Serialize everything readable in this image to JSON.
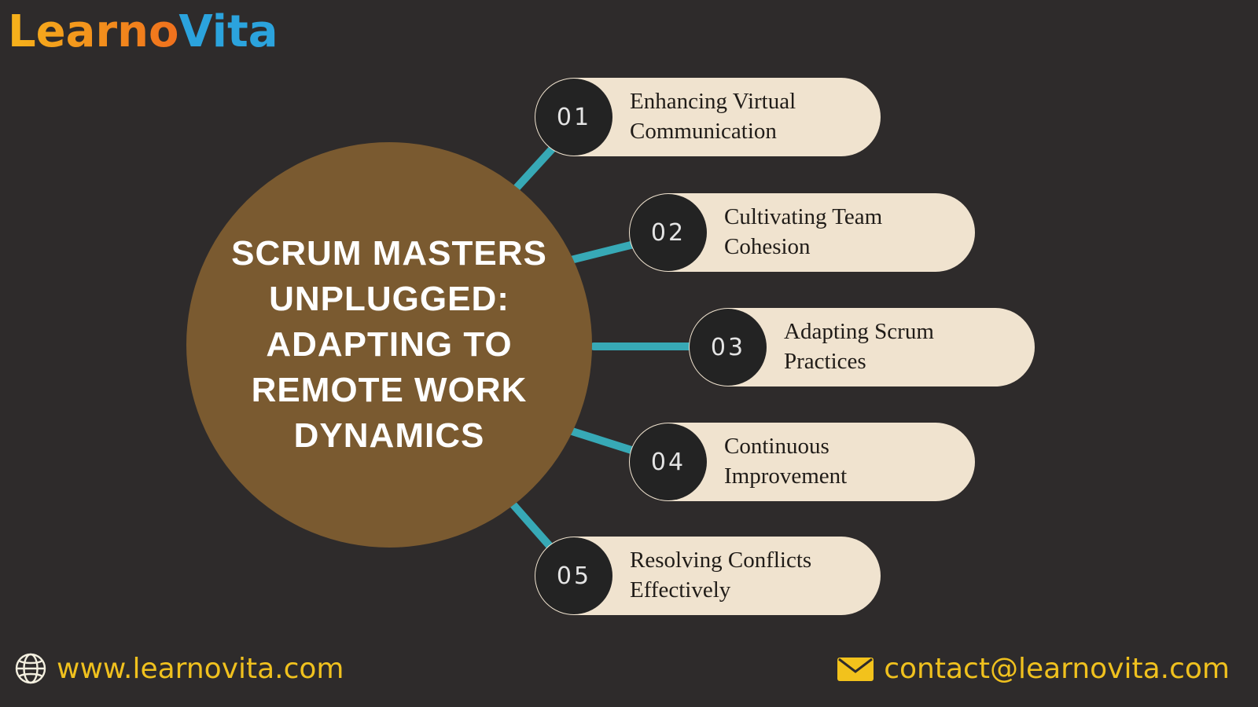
{
  "logo": {
    "part1": "Learno",
    "part2": "Vita"
  },
  "center": {
    "title": "SCRUM MASTERS UNPLUGGED: ADAPTING TO REMOTE WORK DYNAMICS"
  },
  "items": [
    {
      "number": "01",
      "label": "Enhancing Virtual Communication"
    },
    {
      "number": "02",
      "label": "Cultivating Team Cohesion"
    },
    {
      "number": "03",
      "label": "Adapting Scrum Practices"
    },
    {
      "number": "04",
      "label": "Continuous Improvement"
    },
    {
      "number": "05",
      "label": "Resolving Conflicts Effectively"
    }
  ],
  "footer": {
    "website": "www.learnovita.com",
    "email": "contact@learnovita.com"
  },
  "colors": {
    "background": "#2e2b2b",
    "center_circle": "#7a5a30",
    "pill": "#f0e3cf",
    "number_circle": "#232323",
    "connector": "#37a9b6",
    "footer_text": "#f0c11e",
    "logo_orange": "#f79b1b",
    "logo_blue": "#2ba3dd"
  }
}
